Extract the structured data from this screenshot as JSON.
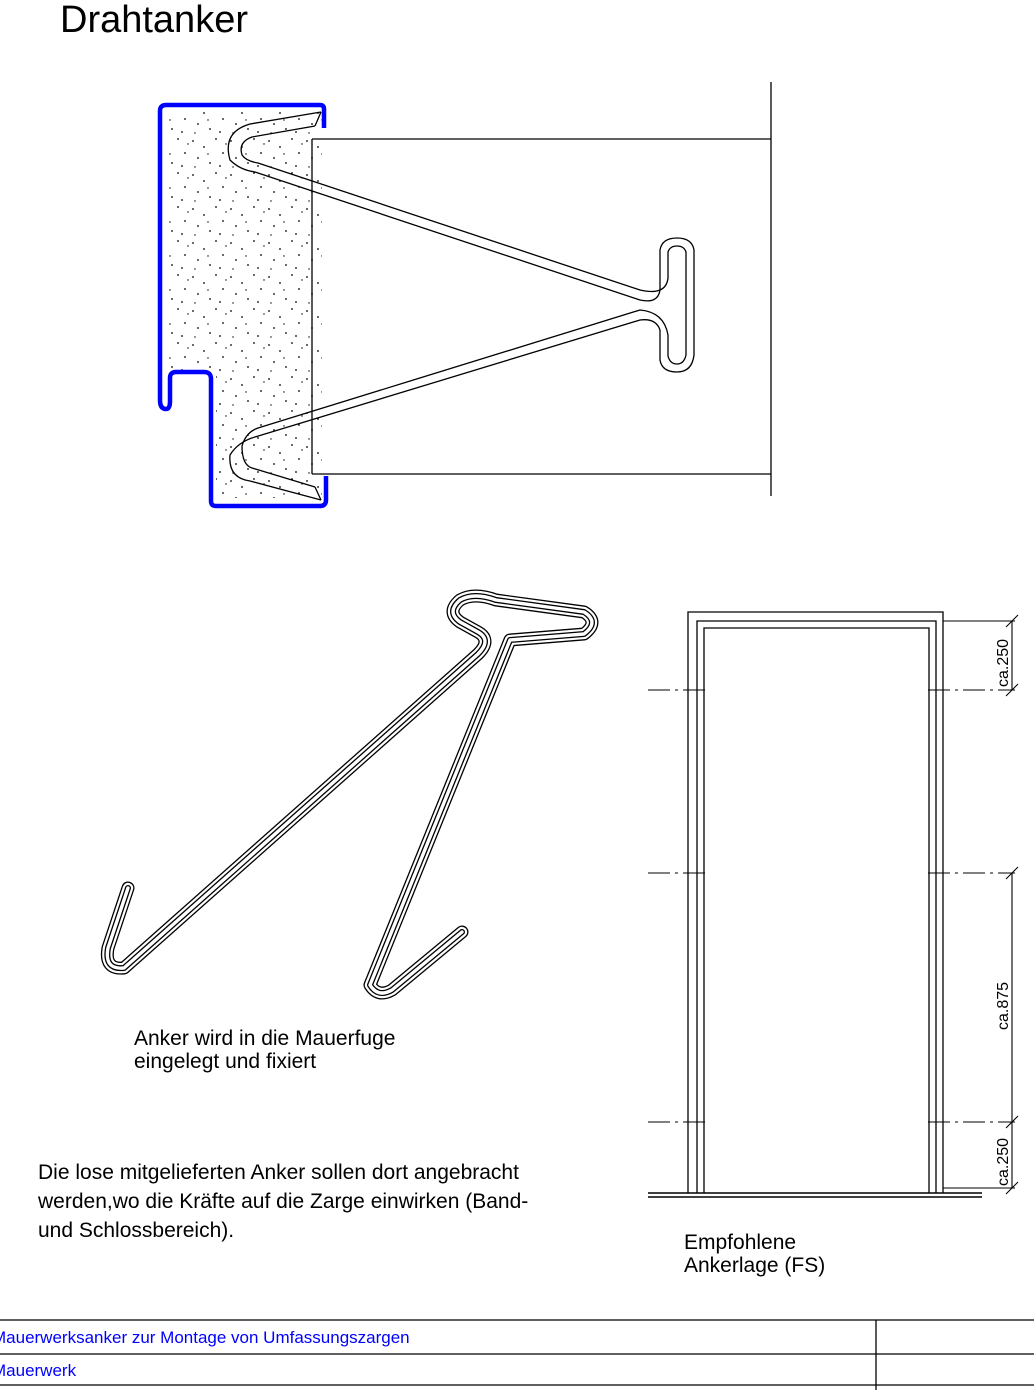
{
  "title": "Drahtanker",
  "anchor_caption": [
    "Anker wird in die Mauerfuge",
    "eingelegt und fixiert"
  ],
  "note": [
    "Die lose mitgelieferten Anker sollen dort angebracht",
    "werden,wo die Kräfte auf die Zarge einwirken (Band-",
    "und Schlossbereich)."
  ],
  "frame_caption": [
    "Empfohlene",
    "Ankerlage (FS)"
  ],
  "dimensions": {
    "top": "ca.250",
    "middle": "ca.875",
    "bottom": "ca.250"
  },
  "title_block": {
    "row1": "Mauerwerksanker zur Montage von Umfassungszargen",
    "row2": "Mauerwerk"
  },
  "colors": {
    "profile": "#0000ff",
    "title_block_text": "#0000ff",
    "line": "#000000"
  }
}
